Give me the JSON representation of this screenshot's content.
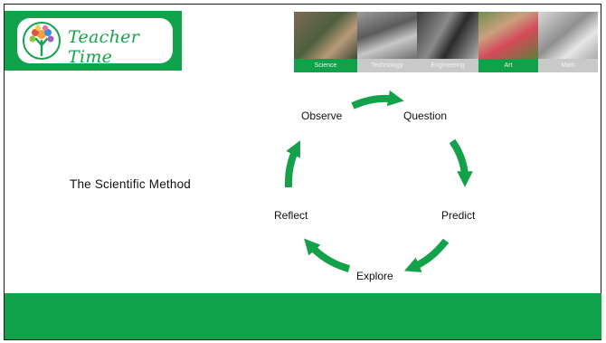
{
  "header": {
    "logo_text": "Teacher Time",
    "subjects": [
      {
        "label": "Science",
        "active": true
      },
      {
        "label": "Technology",
        "active": false
      },
      {
        "label": "Engineering",
        "active": false
      },
      {
        "label": "Art",
        "active": true
      },
      {
        "label": "Math",
        "active": false
      }
    ]
  },
  "slide": {
    "title": "The Scientific Method",
    "cycle_steps": [
      "Observe",
      "Question",
      "Predict",
      "Explore",
      "Reflect"
    ]
  },
  "colors": {
    "brand_green": "#0fa24a",
    "arrow_green": "#13a24a",
    "tab_inactive": "#c9c9c9"
  }
}
